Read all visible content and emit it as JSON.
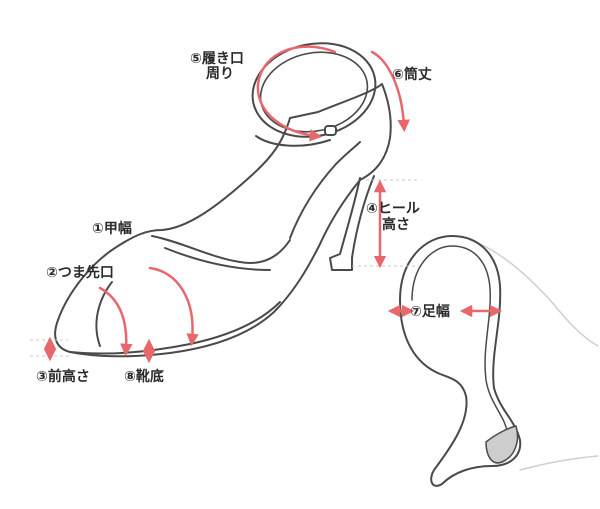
{
  "labels": {
    "instep": "①甲幅",
    "toe_opening": "②つま先口",
    "front_height": "③前高さ",
    "heel_height_1": "④ヒール",
    "heel_height_2": "高さ",
    "opening_1": "⑤履き口",
    "opening_2": "周り",
    "shaft": "⑥筒丈",
    "foot_width": "⑦足幅",
    "sole": "⑧靴底"
  },
  "colors": {
    "outline": "#4a4a4a",
    "light_outline": "#cfcfcf",
    "accent": "#e8676b",
    "dash": "#c8c8c8",
    "heel_shade": "#cdcdcd"
  }
}
